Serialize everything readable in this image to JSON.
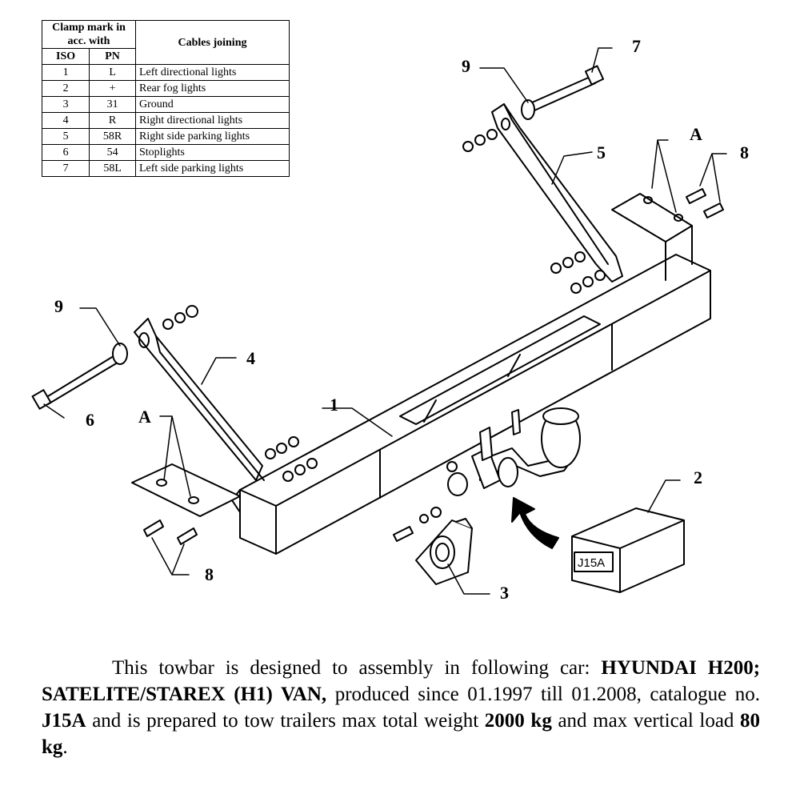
{
  "table": {
    "header_group": "Clamp mark in acc. with",
    "header_cables": "Cables joining",
    "col_iso": "ISO",
    "col_pn": "PN",
    "rows": [
      {
        "iso": "1",
        "pn": "L",
        "cable": "Left directional lights"
      },
      {
        "iso": "2",
        "pn": "+",
        "cable": "Rear fog lights"
      },
      {
        "iso": "3",
        "pn": "31",
        "cable": "Ground"
      },
      {
        "iso": "4",
        "pn": "R",
        "cable": "Right directional lights"
      },
      {
        "iso": "5",
        "pn": "58R",
        "cable": "Right side parking lights"
      },
      {
        "iso": "6",
        "pn": "54",
        "cable": "Stoplights"
      },
      {
        "iso": "7",
        "pn": "58L",
        "cable": "Left side parking lights"
      }
    ]
  },
  "callouts": {
    "c1": "1",
    "c2": "2",
    "c3": "3",
    "c4": "4",
    "c5": "5",
    "c6": "6",
    "c7": "7",
    "c8_right": "8",
    "c8_left": "8",
    "c9_right": "9",
    "c9_left": "9",
    "a_right": "A",
    "a_left": "A"
  },
  "box_label": "J15A",
  "description": {
    "intro": "This towbar is designed to assembly in following car:",
    "car": "HYUNDAI H200; SATELITE/STAREX (H1) VAN,",
    "produced": "produced since 01.1997 till 01.2008, catalogue no.",
    "catalogue": "J15A",
    "tow_text": "and is prepared to tow trailers max total weight",
    "weight": "2000 kg",
    "load_text": "and max vertical load",
    "load": "80 kg",
    "end": "."
  }
}
